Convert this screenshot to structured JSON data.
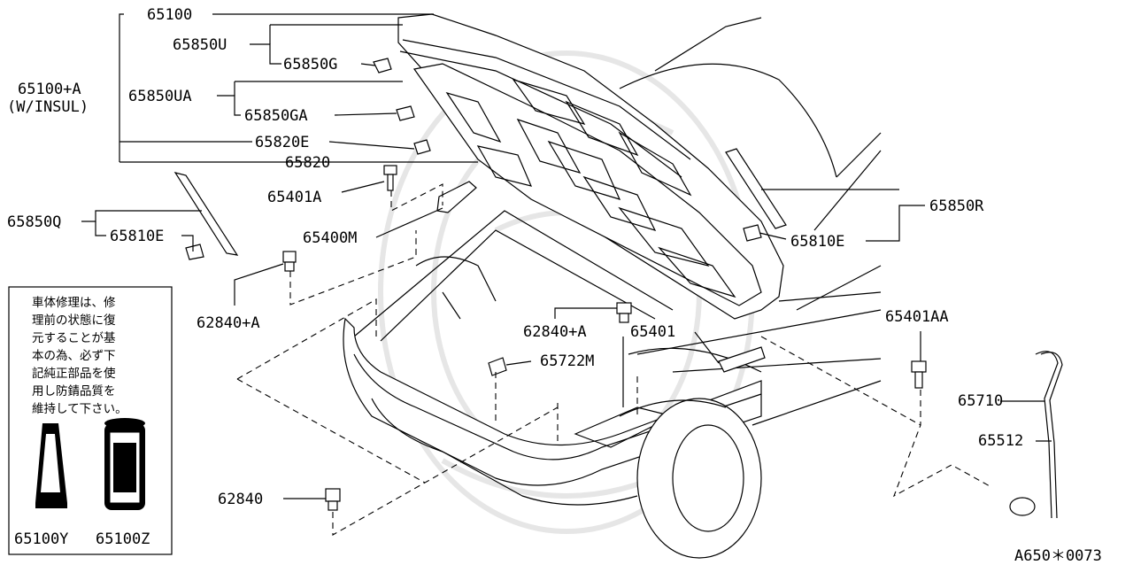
{
  "diagram": {
    "labels": {
      "l65100": "65100",
      "l65850U": "65850U",
      "l65850G": "65850G",
      "l65100A": "65100+A",
      "lWINSUL": "(W/INSUL)",
      "l65850UA": "65850UA",
      "l65850GA": "65850GA",
      "l65820E": "65820E",
      "l65820": "65820",
      "l65401A": "65401A",
      "l65850Q": "65850Q",
      "l65810E_left": "65810E",
      "l65400M": "65400M",
      "l62840A_left": "62840+A",
      "l62840A_center": "62840+A",
      "l65401": "65401",
      "l65722M": "65722M",
      "l65850R": "65850R",
      "l65810E_right": "65810E",
      "l65401AA": "65401AA",
      "l65710": "65710",
      "l65512": "65512",
      "l62840": "62840",
      "l65100Y": "65100Y",
      "l65100Z": "65100Z"
    },
    "note_lines": [
      "車体修理は、修",
      "理前の状態に復",
      "元することが基",
      "本の為、必ず下",
      "記純正部品を使",
      "用し防錆品質を",
      "維持して下さい。"
    ],
    "catalog_code": "A650＊0073"
  }
}
